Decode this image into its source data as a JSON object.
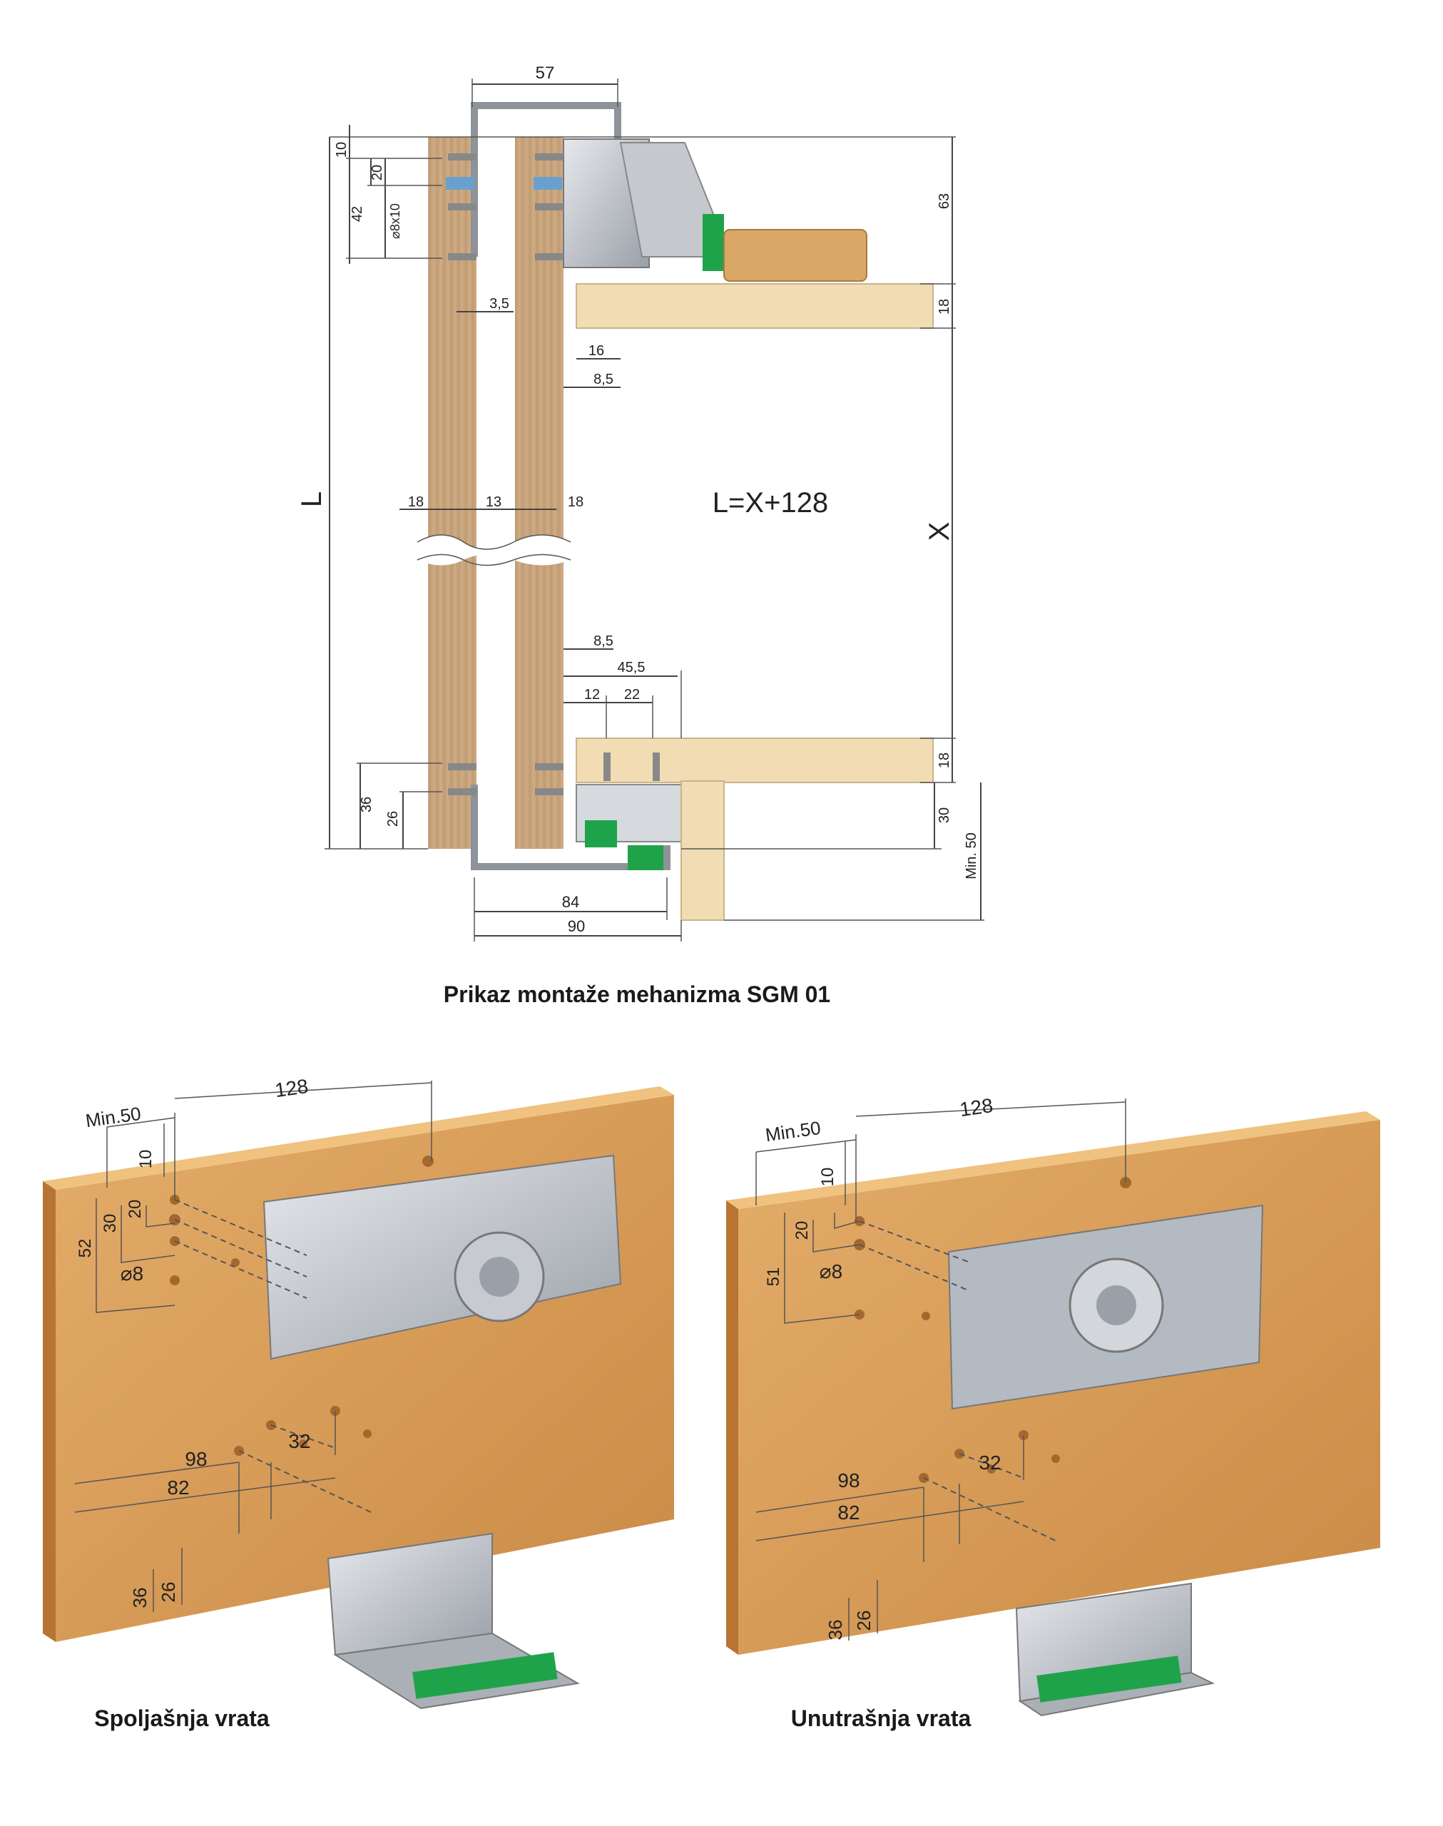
{
  "top_diagram": {
    "caption": "Prikaz montaže mehanizma SGM 01",
    "formula": "L=X+128",
    "dims": {
      "w57": "57",
      "d10": "10",
      "d20": "20",
      "d42": "42",
      "hole": "⌀8x10",
      "d63": "63",
      "d18a": "18",
      "d3_5": "3,5",
      "d16": "16",
      "d8_5a": "8,5",
      "L": "L",
      "X": "X",
      "d18l": "18",
      "d13": "13",
      "d18r": "18",
      "d8_5b": "8,5",
      "d45_5": "45,5",
      "d12": "12",
      "d22": "22",
      "d18b": "18",
      "d36": "36",
      "d26": "26",
      "d30": "30",
      "min50": "Min. 50",
      "d84": "84",
      "d90": "90"
    }
  },
  "bottom_left": {
    "caption": "Spoljašnja vrata",
    "dims": {
      "min50": "Min.50",
      "d128": "128",
      "d10": "10",
      "d20": "20",
      "d30": "30",
      "d52": "52",
      "hole": "⌀8",
      "d98": "98",
      "d32": "32",
      "d82": "82",
      "d36": "36",
      "d26": "26"
    }
  },
  "bottom_right": {
    "caption": "Unutrašnja vrata",
    "dims": {
      "min50": "Min.50",
      "d128": "128",
      "d10": "10",
      "d20": "20",
      "d51": "51",
      "hole": "⌀8",
      "d98": "98",
      "d32": "32",
      "d82": "82",
      "d36": "36",
      "d26": "26"
    }
  },
  "colors": {
    "wood_dark": "#c9a57e",
    "wood_light": "#f1dcb4",
    "panel": "#d99a55",
    "metal": "#b8bcc2",
    "green": "#1fa34a"
  }
}
